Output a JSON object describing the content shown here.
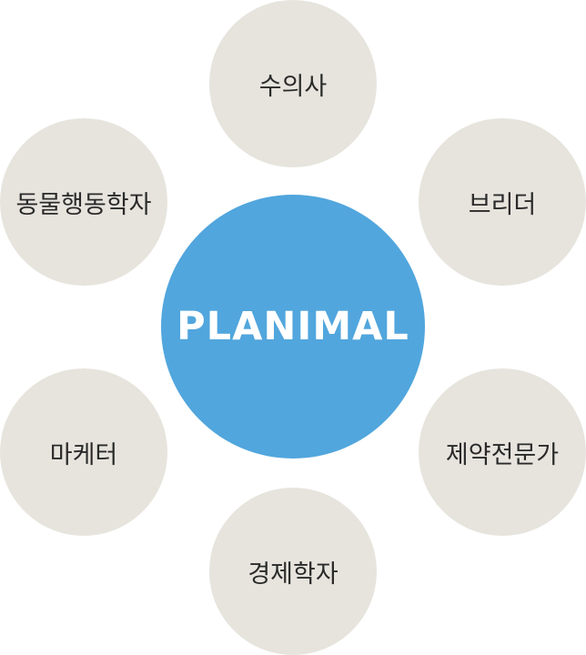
{
  "colors": {
    "satellite_fill": "#e6e4dd",
    "center_fill": "#51a6dd",
    "satellite_text": "#2a2a2a",
    "center_text": "#ffffff"
  },
  "center": {
    "label": "PLANIMAL"
  },
  "roles": {
    "top": "수의사",
    "upper_left": "동물행동학자",
    "upper_right": "브리더",
    "lower_left": "마케터",
    "lower_right": "제약전문가",
    "bottom": "경제학자"
  }
}
